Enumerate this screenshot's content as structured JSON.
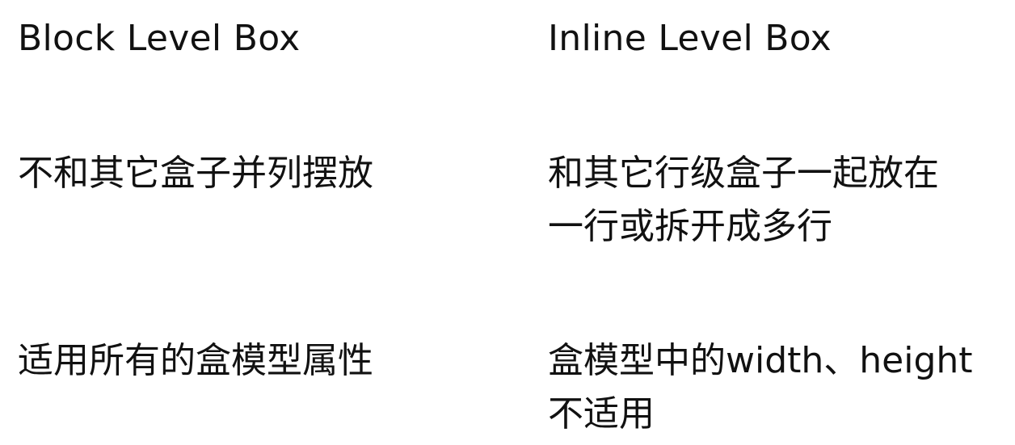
{
  "columns": [
    {
      "heading": "Block Level Box",
      "rows": [
        [
          "不和其它盒子并列摆放"
        ],
        [
          "适用所有的盒模型属性"
        ]
      ]
    },
    {
      "heading": "Inline Level Box",
      "rows": [
        [
          "和其它行级盒子一起放在",
          "一行或拆开成多行"
        ],
        [
          "盒模型中的width、height",
          "不适用"
        ]
      ]
    }
  ]
}
